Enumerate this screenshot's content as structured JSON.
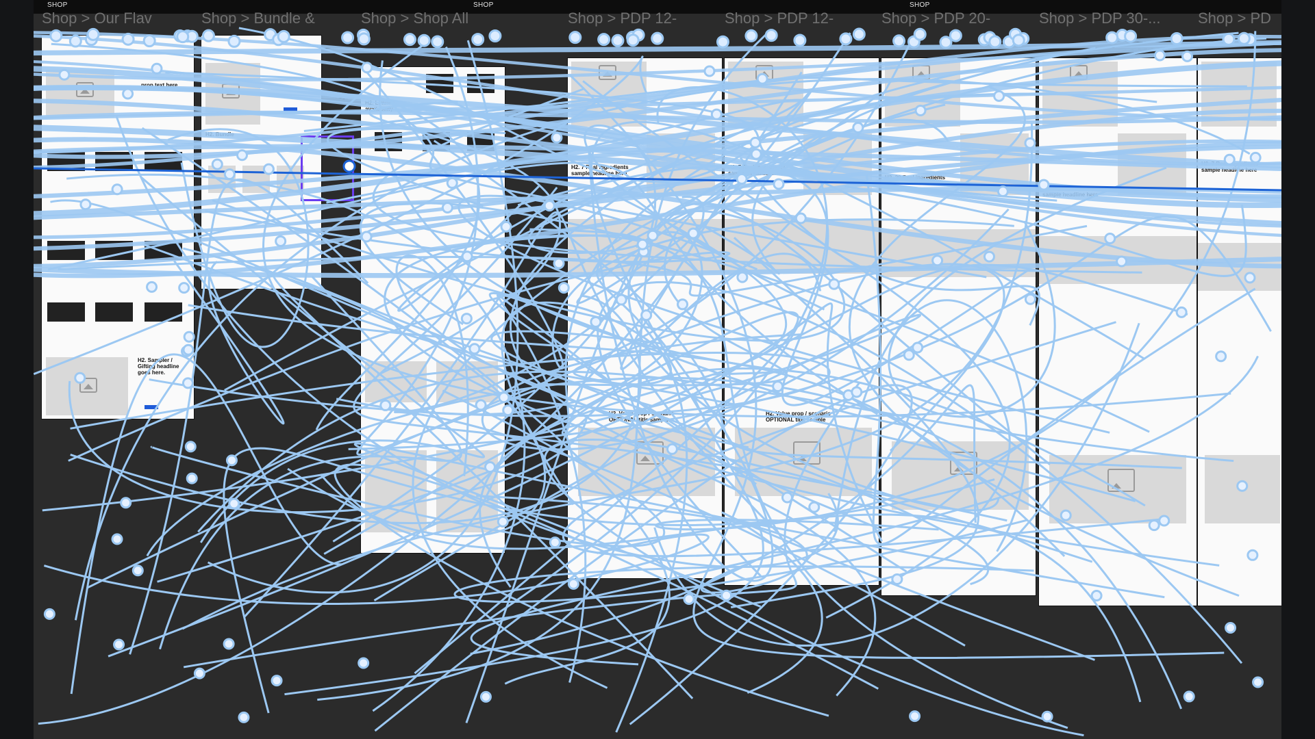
{
  "section_labels": [
    "SHOP",
    "SHOP",
    "SHOP"
  ],
  "frame_titles": [
    "Shop > Our Flav",
    "Shop > Bundle &",
    "Shop > Shop All",
    "Shop > PDP 12-",
    "Shop > PDP 12-",
    "Shop > PDP 20-",
    "Shop > PDP 30-...",
    "Shop > PD"
  ],
  "frame_texts": {
    "f1_a": "prop text here",
    "f1_b": "H2. Sampler / Gifting headline goes here.",
    "f2_a": "H2. Bundle",
    "f3_a": "H2. Limited availability",
    "f4_a": "H2. 7 Real ingredients sample headline here",
    "f4_b": "H2. Value prop / scenario OPTIONAL title sample",
    "f5_a": "H2. 7 Real ingredients sample headline here",
    "f5_b": "H2. Value prop / scenario OPTIONAL title sample",
    "f6_a": "H2. 20 Real ingredients",
    "f7_a": "sample headline here",
    "f8_a": "H2. 7 Real ingredients sample headline here"
  },
  "colors": {
    "canvas_bg": "#2b2b2b",
    "flow_line": "#9cc8f2",
    "flow_line_selected": "#1d63d6",
    "selection": "#6a3cf0"
  }
}
